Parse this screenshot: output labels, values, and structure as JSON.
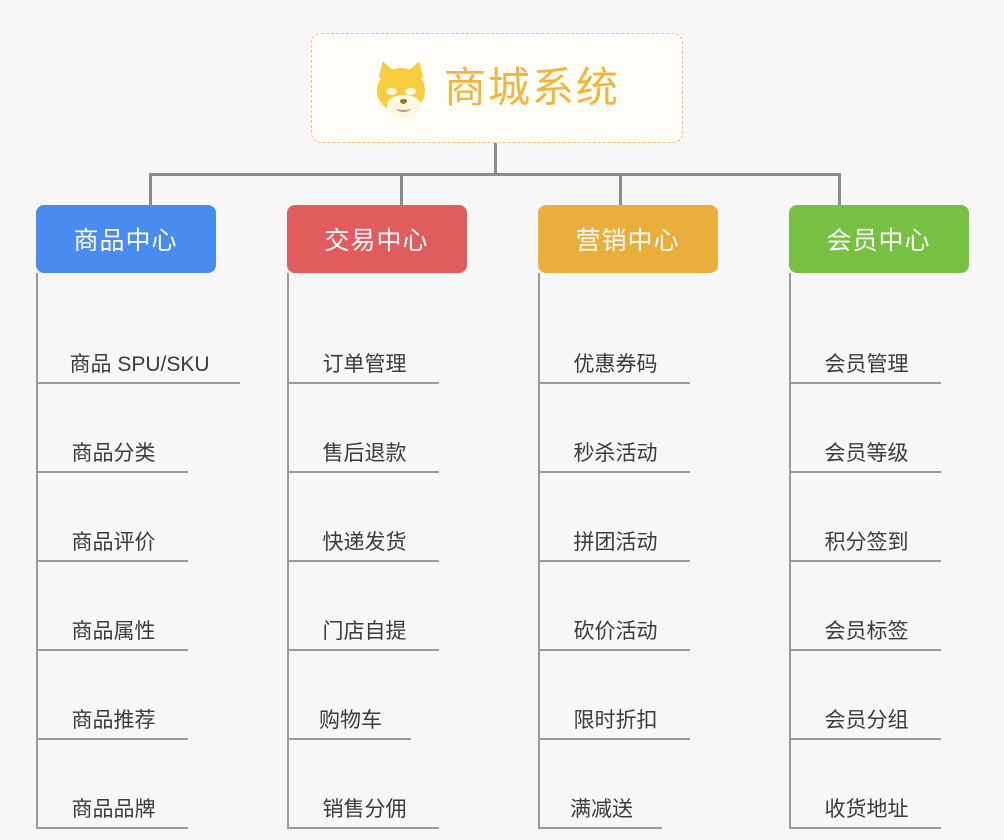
{
  "root": {
    "title": "商城系统",
    "icon": "shiba-inu-icon",
    "border_color": "#f0c070",
    "text_color": "#f2b63c",
    "background": "#fffdf8"
  },
  "canvas": {
    "background": "#f7f7f7",
    "connector_color": "#8c8c8c",
    "leaf_line_color": "#9a9a9a",
    "leaf_text_color": "#3b3b3b"
  },
  "categories": [
    {
      "label": "商品中心",
      "color": "#4a8bf0",
      "items": [
        {
          "label": "商品 SPU/SKU",
          "width": "w-wide"
        },
        {
          "label": "商品分类",
          "width": "w-norm"
        },
        {
          "label": "商品评价",
          "width": "w-norm"
        },
        {
          "label": "商品属性",
          "width": "w-norm"
        },
        {
          "label": "商品推荐",
          "width": "w-norm"
        },
        {
          "label": "商品品牌",
          "width": "w-norm"
        }
      ]
    },
    {
      "label": "交易中心",
      "color": "#e15c5c",
      "items": [
        {
          "label": "订单管理",
          "width": "w-norm"
        },
        {
          "label": "售后退款",
          "width": "w-norm"
        },
        {
          "label": "快递发货",
          "width": "w-norm"
        },
        {
          "label": "门店自提",
          "width": "w-norm"
        },
        {
          "label": "购物车",
          "width": "w-short"
        },
        {
          "label": "销售分佣",
          "width": "w-norm"
        }
      ]
    },
    {
      "label": "营销中心",
      "color": "#e9ae3c",
      "items": [
        {
          "label": "优惠券码",
          "width": "w-norm"
        },
        {
          "label": "秒杀活动",
          "width": "w-norm"
        },
        {
          "label": "拼团活动",
          "width": "w-norm"
        },
        {
          "label": "砍价活动",
          "width": "w-norm"
        },
        {
          "label": "限时折扣",
          "width": "w-norm"
        },
        {
          "label": "满减送",
          "width": "w-short"
        }
      ]
    },
    {
      "label": "会员中心",
      "color": "#76c141",
      "items": [
        {
          "label": "会员管理",
          "width": "w-norm"
        },
        {
          "label": "会员等级",
          "width": "w-norm"
        },
        {
          "label": "积分签到",
          "width": "w-norm"
        },
        {
          "label": "会员标签",
          "width": "w-norm"
        },
        {
          "label": "会员分组",
          "width": "w-norm"
        },
        {
          "label": "收货地址",
          "width": "w-norm"
        }
      ]
    }
  ]
}
